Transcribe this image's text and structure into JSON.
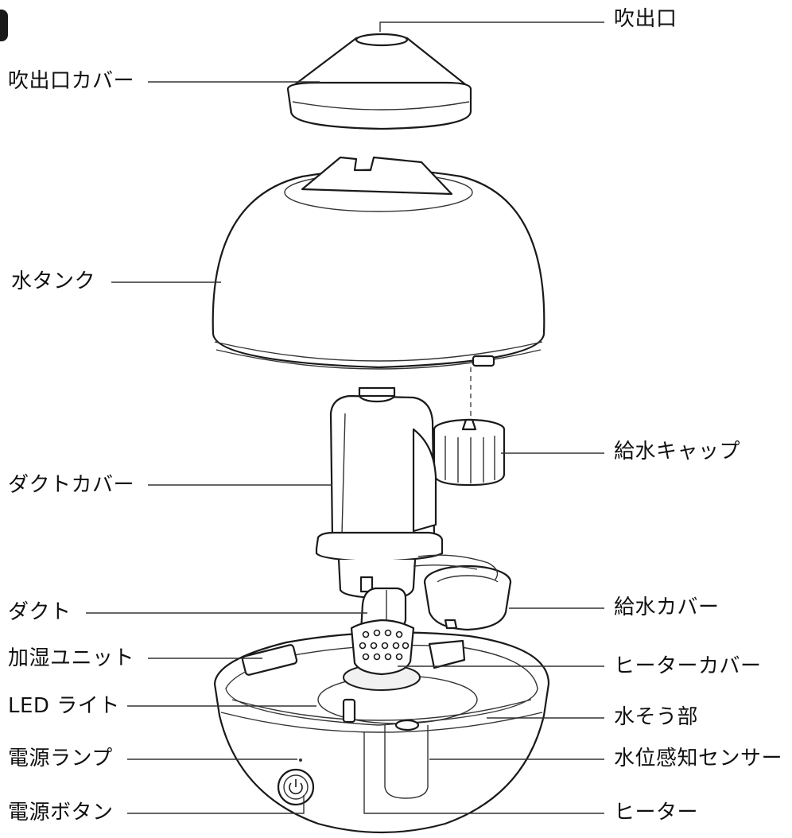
{
  "labels": {
    "outlet": "吹出口",
    "outlet_cover": "吹出口カバー",
    "water_tank": "水タンク",
    "duct_cover": "ダクトカバー",
    "water_cap": "給水キャップ",
    "duct": "ダクト",
    "water_supply_cover": "給水カバー",
    "humidifier_unit": "加湿ユニット",
    "heater_cover": "ヒーターカバー",
    "led_light": "LED ライト",
    "water_basin": "水そう部",
    "power_lamp": "電源ランプ",
    "water_level_sensor": "水位感知センサー",
    "power_button": "電源ボタン",
    "heater": "ヒーター"
  }
}
